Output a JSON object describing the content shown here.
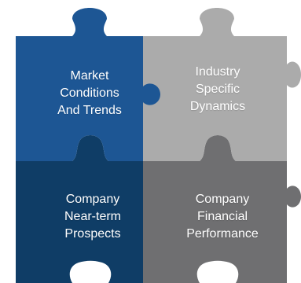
{
  "pieces": [
    {
      "id": "top-left",
      "lines": [
        "Market",
        "Conditions",
        "And Trends"
      ],
      "color": "#1d5694"
    },
    {
      "id": "top-right",
      "lines": [
        "Industry",
        "Specific",
        "Dynamics"
      ],
      "color": "#ababab"
    },
    {
      "id": "bottom-left",
      "lines": [
        "Company",
        "Near-term",
        "Prospects"
      ],
      "color": "#0f3d66"
    },
    {
      "id": "bottom-right",
      "lines": [
        "Company",
        "Financial",
        "Performance"
      ],
      "color": "#6f6f71"
    }
  ]
}
